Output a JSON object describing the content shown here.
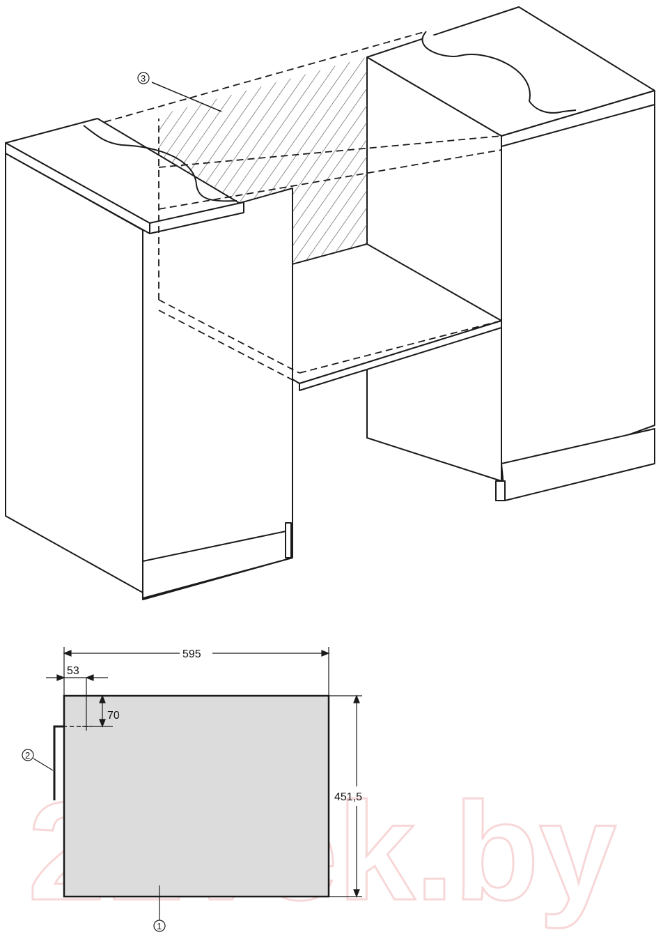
{
  "callouts": {
    "one": "1",
    "two": "2",
    "three": "3"
  },
  "dimensions": {
    "width": "595",
    "offset_x": "53",
    "offset_y": "70",
    "height": "451,5"
  },
  "watermark": "21vek.by"
}
